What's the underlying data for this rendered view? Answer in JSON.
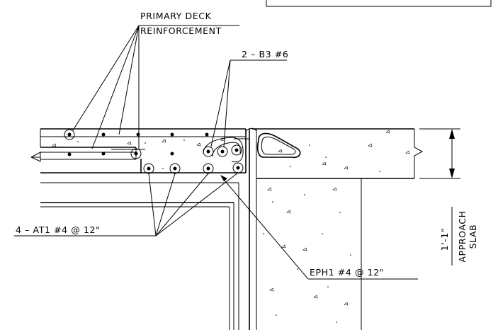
{
  "labels": {
    "primary_deck_line1": "PRIMARY DECK",
    "primary_deck_line2": "REINFORCEMENT",
    "b3": "2 – B3 #6",
    "at1": "4 – AT1 #4 @ 12\"",
    "eph1": "EPH1 #4 @ 12\"",
    "dimension": "1'-1\"",
    "approach_line1": "APPROACH",
    "approach_line2": "SLAB"
  }
}
